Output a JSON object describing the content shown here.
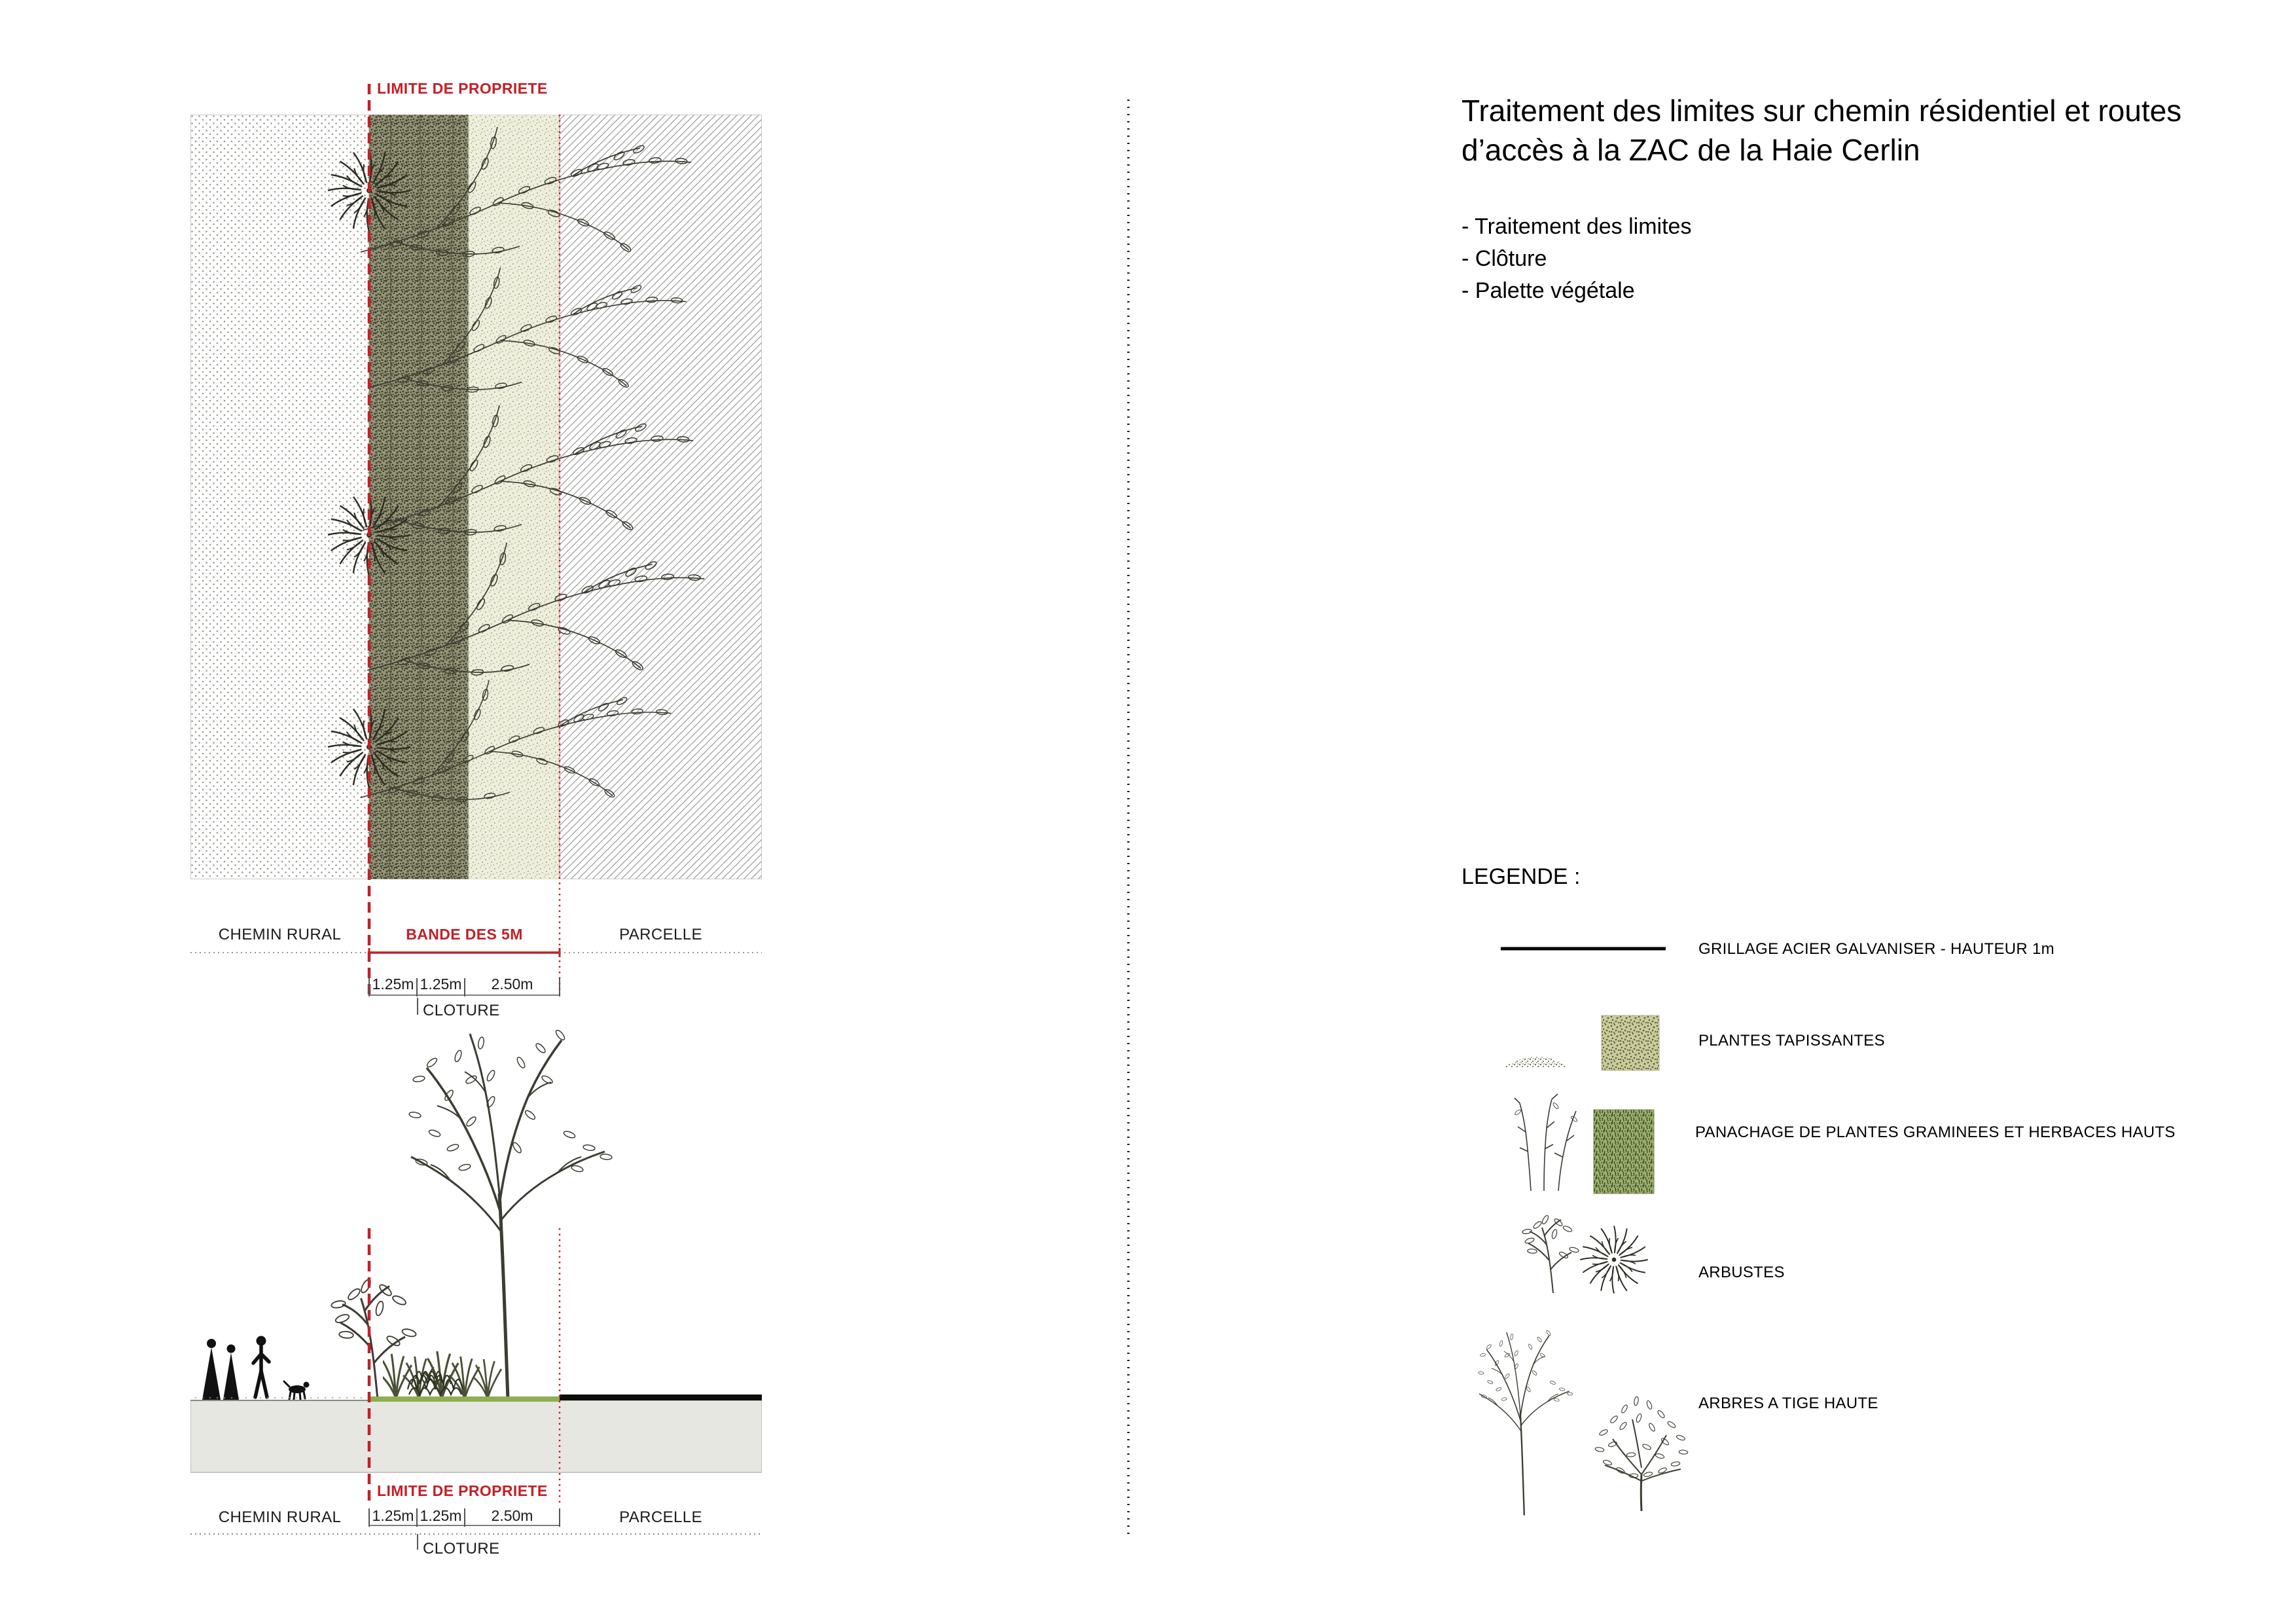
{
  "colors": {
    "accent_red": "#c22026",
    "fence_black": "#000000",
    "band_green": "#8fae52",
    "texture_olive": "#95957a",
    "texture_light": "#eeeedd",
    "texture_legend_green": "#9eae6e"
  },
  "plan": {
    "limite_label": "LIMITE DE PROPRIETE",
    "left_zone": "CHEMIN RURAL",
    "band_zone": "BANDE DES 5M",
    "right_zone": "PARCELLE",
    "dims": {
      "d1": "1.25m",
      "d2": "1.25m",
      "d3": "2.50m"
    },
    "cloture": "CLOTURE"
  },
  "section": {
    "limite_label": "LIMITE DE PROPRIETE",
    "left_zone": "CHEMIN RURAL",
    "right_zone": "PARCELLE",
    "dims": {
      "d1": "1.25m",
      "d2": "1.25m",
      "d3": "2.50m"
    },
    "cloture": "CLOTURE"
  },
  "panel": {
    "title": "Traitement des limites sur chemin résidentiel et routes d’accès à la ZAC de la Haie Cerlin",
    "bullets": [
      "- Traitement des limites",
      "- Clôture",
      "- Palette végétale"
    ],
    "legend_title": "LEGENDE :",
    "legend": [
      {
        "label": "GRILLAGE ACIER GALVANISER - HAUTEUR 1m"
      },
      {
        "label": "PLANTES TAPISSANTES"
      },
      {
        "label": "PANACHAGE DE PLANTES GRAMINEES ET HERBACES HAUTS"
      },
      {
        "label": "ARBUSTES"
      },
      {
        "label": "ARBRES A TIGE HAUTE"
      }
    ]
  }
}
